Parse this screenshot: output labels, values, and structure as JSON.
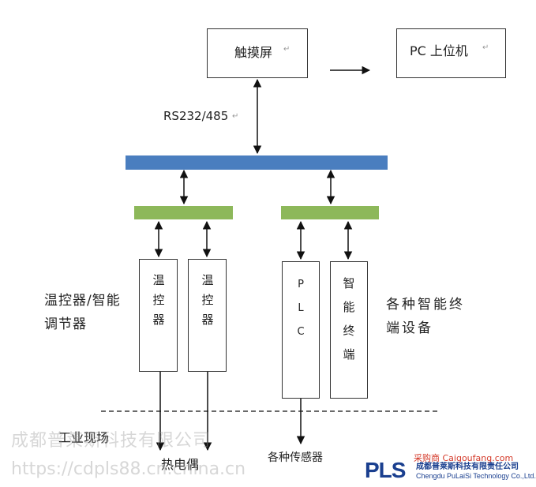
{
  "nodes": {
    "touchscreen": "触摸屏",
    "pc_host": "PC 上位机",
    "temp_ctrl_1": "温控器",
    "temp_ctrl_2": "温控器",
    "plc": "PLC",
    "smart_terminal": "智能终端"
  },
  "labels": {
    "bus_protocol": "RS232/485",
    "temp_group": "温控器/智能调节器",
    "smart_group": "各种智能终端设备",
    "field": "工业现场",
    "thermocouple": "热电偶",
    "sensors": "各种传感器",
    "para_mark": "↵"
  },
  "watermark": {
    "company": "成都普莱斯科技有限公司",
    "url": "https://cdpls88.cn.china.cn"
  },
  "logo": {
    "letters": "PLS",
    "company_cn": "成都普莱斯科技有限责任公司",
    "company_en": "Chengdu PuLaiSi Technology Co.,Ltd.",
    "site": "采购商 Caigoufang.com"
  },
  "colors": {
    "main_bus": "#4a7ebf",
    "sub_bus": "#8db85a",
    "line": "#111111"
  }
}
